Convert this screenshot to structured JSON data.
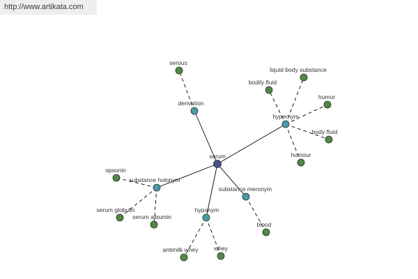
{
  "source_link": "http://www.artikata.com",
  "colors": {
    "center": "#4a4e8c",
    "relation": "#4a9aa6",
    "leaf": "#4e8a42",
    "outline": "#2e2e2e"
  },
  "nodes": {
    "serum": "serum",
    "derivation": "derivation",
    "hypernym": "hypernym",
    "substance_holonym": "substance holonym",
    "substance_meronym": "substance meronym",
    "hyponym": "hyponym",
    "serous": "serous",
    "liquid_body_substance": "liquid body substance",
    "bodily_fluid": "bodily fluid",
    "humor": "humor",
    "body_fluid": "body fluid",
    "humour": "humour",
    "opsonin": "opsonin",
    "serum_globulin": "serum globulin",
    "serum_albumin": "serum albumin",
    "blood": "blood",
    "antimilk_whey": "antimilk whey",
    "whey": "whey"
  }
}
